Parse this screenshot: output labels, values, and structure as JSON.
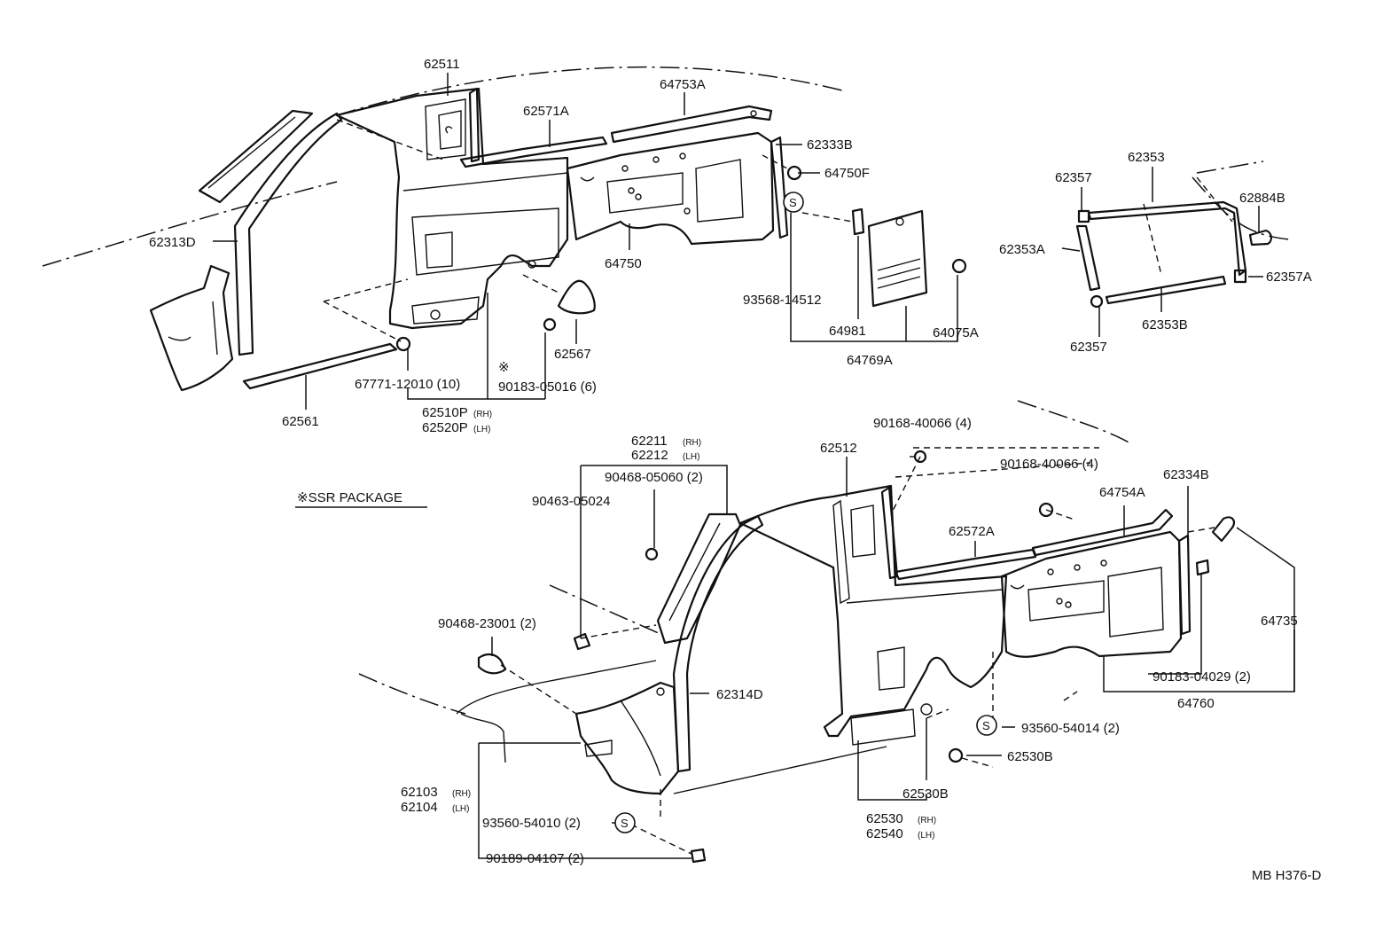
{
  "diagram": {
    "package_note": "※SSR PACKAGE",
    "drawing_code": "MB H376-D",
    "s_symbol": "S",
    "labels": {
      "l_62511": "62511",
      "l_64753A": "64753A",
      "l_62571A": "62571A",
      "l_62333B": "62333B",
      "l_64750F": "64750F",
      "l_62313D": "62313D",
      "l_64750": "64750",
      "l_93568_14512": "93568-14512",
      "l_64981": "64981",
      "l_64075A": "64075A",
      "l_64769A": "64769A",
      "l_62567": "62567",
      "l_67771_12010": "67771-12010 (10)",
      "l_star": "※",
      "l_90183_05016": "90183-05016 (6)",
      "l_62561": "62561",
      "l_62510P": "62510P",
      "l_62510P_sub": "(RH)",
      "l_62520P": "62520P",
      "l_62520P_sub": "(LH)",
      "l_62357_top": "62357",
      "l_62353": "62353",
      "l_62884B": "62884B",
      "l_62353A": "62353A",
      "l_62357A": "62357A",
      "l_62357_bot": "62357",
      "l_62353B": "62353B",
      "l_62211": "62211",
      "l_62211_sub": "(RH)",
      "l_62212": "62212",
      "l_62212_sub": "(LH)",
      "l_90468_05060": "90468-05060 (2)",
      "l_90463_05024": "90463-05024",
      "l_62512": "62512",
      "l_90168_40066_a": "90168-40066 (4)",
      "l_90168_40066_b": "90168-40066 (4)",
      "l_62334B": "62334B",
      "l_64754A": "64754A",
      "l_62572A": "62572A",
      "l_64735": "64735",
      "l_90468_23001": "90468-23001 (2)",
      "l_62314D": "62314D",
      "l_90183_04029": "90183-04029 (2)",
      "l_64760": "64760",
      "l_93560_54014": "93560-54014 (2)",
      "l_62530B_a": "62530B",
      "l_62530B_b": "62530B",
      "l_62103": "62103",
      "l_62103_sub": "(RH)",
      "l_62104": "62104",
      "l_62104_sub": "(LH)",
      "l_93560_54010": "93560-54010 (2)",
      "l_90189_04107": "90189-04107 (2)",
      "l_62530": "62530",
      "l_62530_sub": "(RH)",
      "l_62540": "62540",
      "l_62540_sub": "(LH)"
    }
  }
}
